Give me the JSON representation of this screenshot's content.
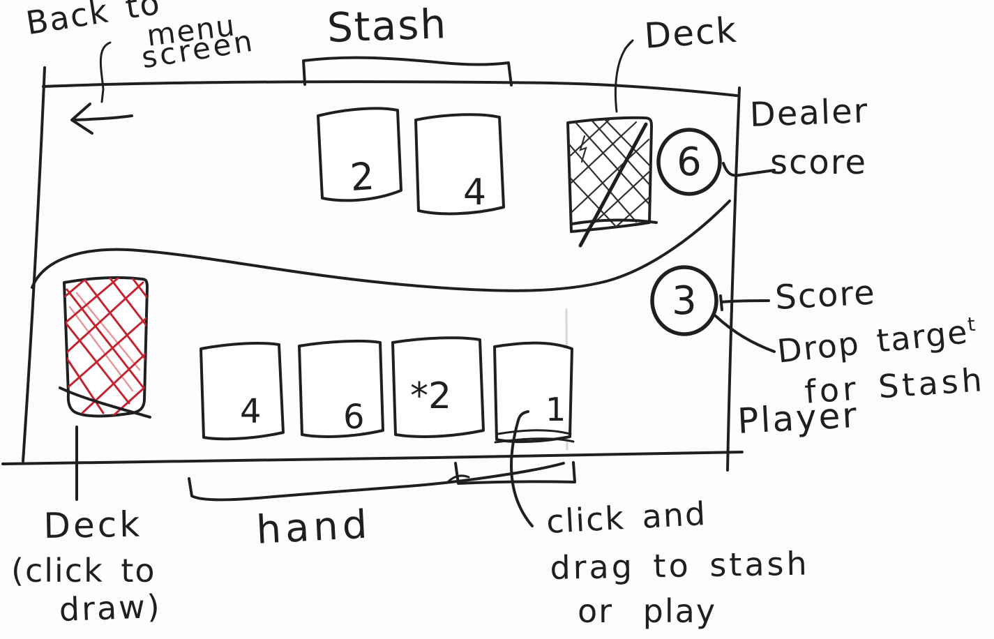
{
  "colors": {
    "ink": "#1f1f1f",
    "red": "#c32430",
    "faint": "#d6d6d6"
  },
  "annotations": {
    "back": {
      "line1": "Back to",
      "line2": "menu",
      "line3": "screen"
    },
    "stash": "Stash",
    "deck_top": "Deck",
    "dealer_score": {
      "line1": "Dealer",
      "line2": "score"
    },
    "score": "Score",
    "drop_target": {
      "line1": "Drop targe",
      "sup": "t",
      "line2": "for Stash"
    },
    "player": "Player",
    "deck_bottom": {
      "line1": "Deck",
      "line2": "(click to",
      "line3": "draw)"
    },
    "hand": "hand",
    "drag": {
      "line1": "click and",
      "line2": "drag to stash",
      "line3": "or play"
    }
  },
  "dealer": {
    "score": "6",
    "stash_cards": [
      "2",
      "4"
    ]
  },
  "player": {
    "score": "3",
    "hand_cards": [
      "4",
      "6",
      "*2",
      "1"
    ]
  }
}
